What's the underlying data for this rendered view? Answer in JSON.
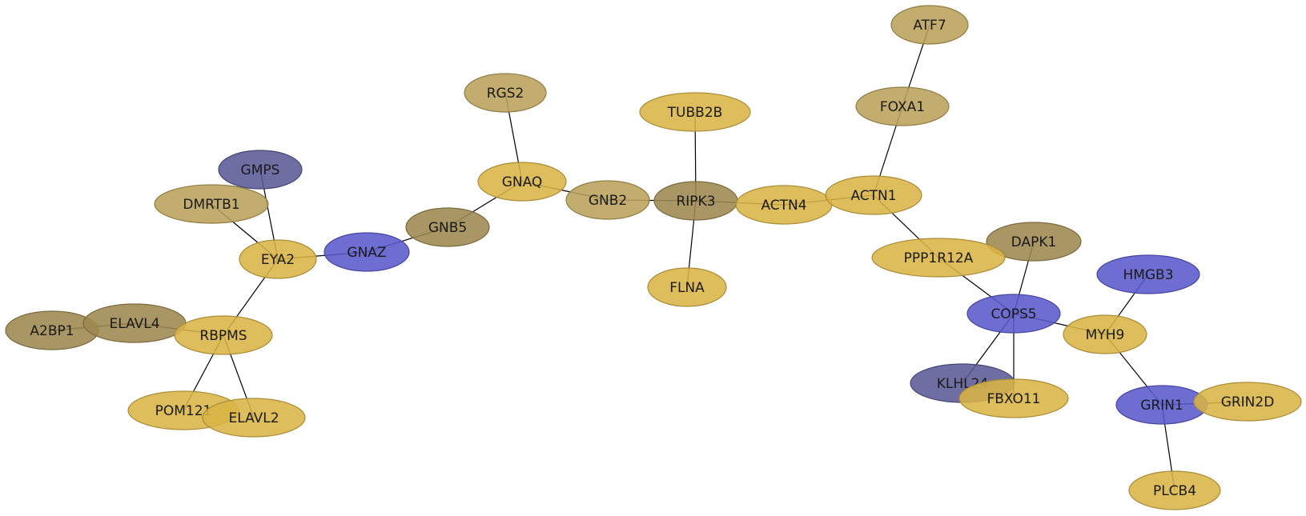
{
  "network": {
    "colors": {
      "gold": "#d9b445",
      "khaki": "#b9a05a",
      "olive": "#9d8850",
      "blue": "#5a5acc",
      "dark_blue": "#5a5a96",
      "edge": "#000000"
    },
    "nodes": [
      {
        "id": "ATF7",
        "label": "ATF7",
        "color": "khaki"
      },
      {
        "id": "FOXA1",
        "label": "FOXA1",
        "color": "khaki"
      },
      {
        "id": "RGS2",
        "label": "RGS2",
        "color": "khaki"
      },
      {
        "id": "TUBB2B",
        "label": "TUBB2B",
        "color": "gold"
      },
      {
        "id": "GMPS",
        "label": "GMPS",
        "color": "dark_blue"
      },
      {
        "id": "GNAQ",
        "label": "GNAQ",
        "color": "gold"
      },
      {
        "id": "GNB2",
        "label": "GNB2",
        "color": "khaki"
      },
      {
        "id": "RIPK3",
        "label": "RIPK3",
        "color": "olive"
      },
      {
        "id": "ACTN4",
        "label": "ACTN4",
        "color": "gold"
      },
      {
        "id": "ACTN1",
        "label": "ACTN1",
        "color": "gold"
      },
      {
        "id": "DMRTB1",
        "label": "DMRTB1",
        "color": "khaki"
      },
      {
        "id": "GNB5",
        "label": "GNB5",
        "color": "olive"
      },
      {
        "id": "EYA2",
        "label": "EYA2",
        "color": "gold"
      },
      {
        "id": "GNAZ",
        "label": "GNAZ",
        "color": "blue"
      },
      {
        "id": "DAPK1",
        "label": "DAPK1",
        "color": "olive"
      },
      {
        "id": "PPP1R12A",
        "label": "PPP1R12A",
        "color": "gold"
      },
      {
        "id": "HMGB3",
        "label": "HMGB3",
        "color": "blue"
      },
      {
        "id": "FLNA",
        "label": "FLNA",
        "color": "gold"
      },
      {
        "id": "COPS5",
        "label": "COPS5",
        "color": "blue"
      },
      {
        "id": "A2BP1",
        "label": "A2BP1",
        "color": "olive"
      },
      {
        "id": "ELAVL4",
        "label": "ELAVL4",
        "color": "olive"
      },
      {
        "id": "RBPMS",
        "label": "RBPMS",
        "color": "gold"
      },
      {
        "id": "MYH9",
        "label": "MYH9",
        "color": "gold"
      },
      {
        "id": "KLHL24",
        "label": "KLHL24",
        "color": "dark_blue"
      },
      {
        "id": "FBXO11",
        "label": "FBXO11",
        "color": "gold"
      },
      {
        "id": "GRIN1",
        "label": "GRIN1",
        "color": "blue"
      },
      {
        "id": "GRIN2D",
        "label": "GRIN2D",
        "color": "gold"
      },
      {
        "id": "POM121",
        "label": "POM121",
        "color": "gold"
      },
      {
        "id": "ELAVL2",
        "label": "ELAVL2",
        "color": "gold"
      },
      {
        "id": "PLCB4",
        "label": "PLCB4",
        "color": "gold"
      }
    ],
    "edges": [
      [
        "ATF7",
        "FOXA1"
      ],
      [
        "FOXA1",
        "ACTN1"
      ],
      [
        "ACTN1",
        "ACTN4"
      ],
      [
        "ACTN1",
        "PPP1R12A"
      ],
      [
        "ACTN4",
        "RIPK3"
      ],
      [
        "TUBB2B",
        "RIPK3"
      ],
      [
        "RIPK3",
        "FLNA"
      ],
      [
        "RIPK3",
        "GNB2"
      ],
      [
        "GNB2",
        "GNAQ"
      ],
      [
        "RGS2",
        "GNAQ"
      ],
      [
        "GNAQ",
        "GNB5"
      ],
      [
        "GNB5",
        "GNAZ"
      ],
      [
        "GNAZ",
        "EYA2"
      ],
      [
        "GMPS",
        "EYA2"
      ],
      [
        "DMRTB1",
        "EYA2"
      ],
      [
        "EYA2",
        "RBPMS"
      ],
      [
        "RBPMS",
        "ELAVL4"
      ],
      [
        "ELAVL4",
        "A2BP1"
      ],
      [
        "RBPMS",
        "POM121"
      ],
      [
        "RBPMS",
        "ELAVL2"
      ],
      [
        "PPP1R12A",
        "COPS5"
      ],
      [
        "DAPK1",
        "COPS5"
      ],
      [
        "COPS5",
        "KLHL24"
      ],
      [
        "COPS5",
        "FBXO11"
      ],
      [
        "COPS5",
        "MYH9"
      ],
      [
        "HMGB3",
        "MYH9"
      ],
      [
        "MYH9",
        "GRIN1"
      ],
      [
        "GRIN1",
        "GRIN2D"
      ],
      [
        "GRIN1",
        "PLCB4"
      ]
    ]
  }
}
